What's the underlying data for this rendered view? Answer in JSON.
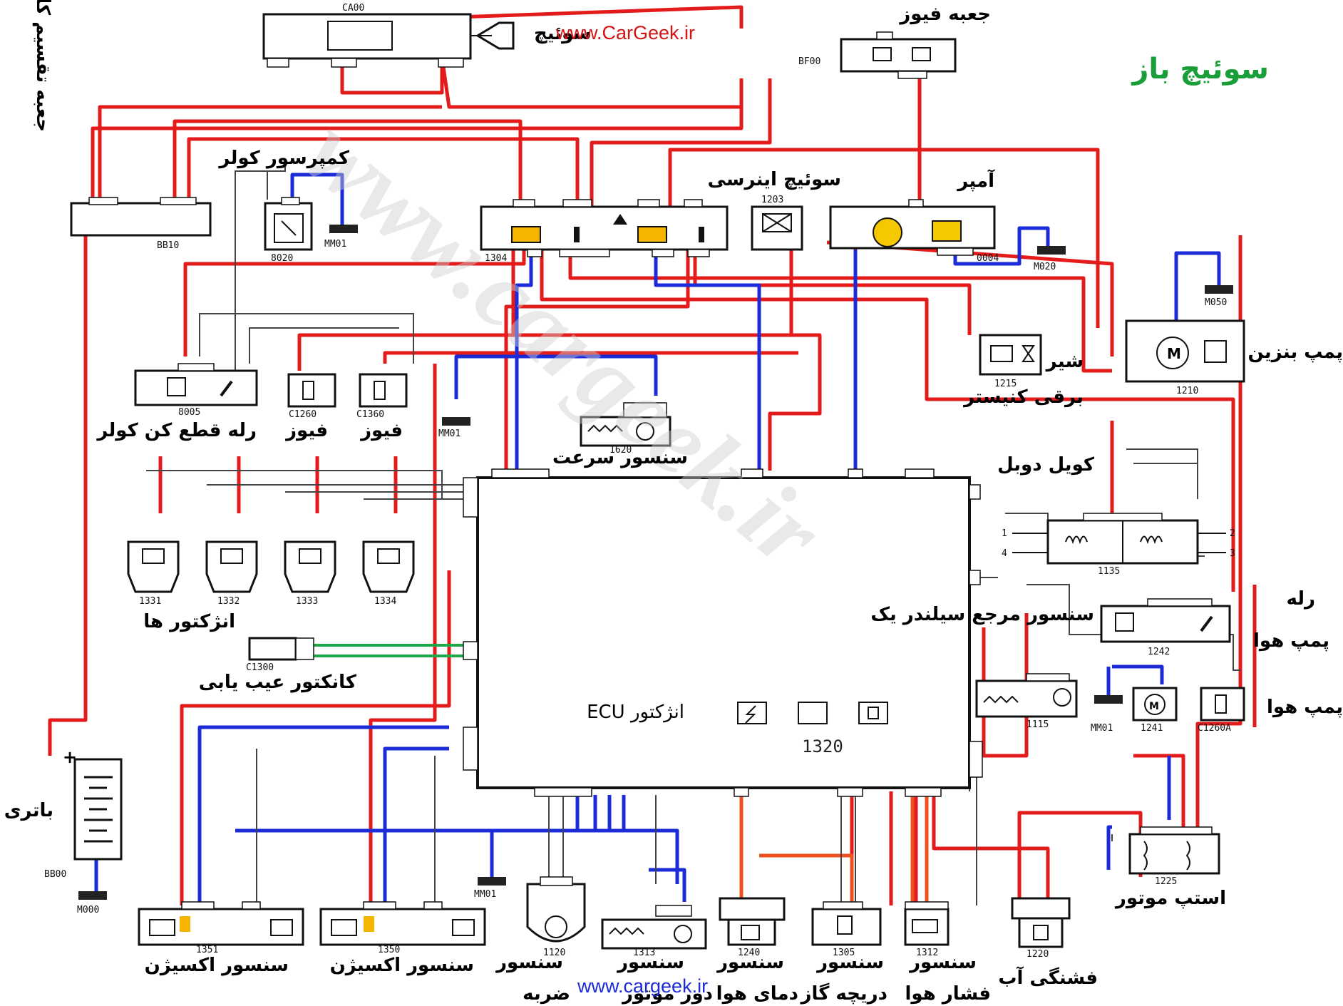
{
  "title": "سوئیچ باز",
  "watermark_diagonal": "www.cargeek.ir",
  "url_top": "www.CarGeek.ir",
  "url_bottom": "www.cargeek.ir",
  "colors": {
    "title": "#1a9e3a",
    "wire_power": "#e31b1b",
    "wire_ground": "#1c2bd8",
    "wire_signal": "#f0501e",
    "wire_diag": "#1fa84a",
    "url": "#1c2bd8"
  },
  "labels": {
    "ignition_switch": "سوئیچ",
    "fuse_box": "جعبه فیوز",
    "junction_box": "جعبه تقسیم کالسکه ای",
    "ac_compressor": "کمپرسور کولر",
    "inertia_switch": "سوئیچ اینرسی",
    "amp": "آمپر",
    "fuel_pump": "پمپ بنزین",
    "canister_valve_1": "شیر",
    "canister_valve_2": "برقی کنیستر",
    "ac_cutoff_relay": "رله قطع کن کولر",
    "fuse_1": "فیوز",
    "fuse_2": "فیوز",
    "speed_sensor": "سنسور سرعت",
    "double_coil": "کویل دوبل",
    "cyl1_ref_sensor": "سنسور مرجع سیلندر یک",
    "air_pump_relay_1": "رله",
    "air_pump_relay_2": "پمپ هوا",
    "air_pump": "پمپ هوا",
    "injectors": "انژکتور ها",
    "diag_connector": "کانکتور عیب یابی",
    "ecu": "انژکتور ECU",
    "battery": "باتری",
    "stepper_motor": "استپ موتور",
    "oxygen_sensor_1": "سنسور اکسیژن",
    "oxygen_sensor_2": "سنسور اکسیژن",
    "knock_sensor_1": "سنسور",
    "knock_sensor_2": "ضربه",
    "rpm_sensor_1": "سنسور",
    "rpm_sensor_2": "دور موتور",
    "air_temp_1": "سنسور",
    "air_temp_2": "دمای هوا",
    "throttle_1": "سنسور",
    "throttle_2": "دریچه گاز",
    "map_1": "سنسور",
    "map_2": "فشار هوا",
    "water_temp": "فشنگی آب"
  },
  "codes": {
    "ca00": "CA00",
    "bf00": "BF00",
    "bb10": "BB10",
    "c8020": "8020",
    "mm01a": "MM01",
    "c1203": "1203",
    "c1304": "1304",
    "c0004": "0004",
    "m020": "M020",
    "m050": "M050",
    "c1210": "1210",
    "c1215": "1215",
    "c8005": "8005",
    "c1260": "C1260",
    "c1360": "C1360",
    "mm01b": "MM01",
    "c1620": "1620",
    "c1135": "1135",
    "c1242": "1242",
    "c1115": "1115",
    "mm01c": "MM01",
    "c1241": "1241",
    "c1260a": "C1260A",
    "c1331": "1331",
    "c1332": "1332",
    "c1333": "1333",
    "c1334": "1334",
    "c1300": "C1300",
    "c1320": "1320",
    "bb00": "BB00",
    "m000": "M000",
    "c1225": "1225",
    "c1351": "1351",
    "c1350": "1350",
    "mm01d": "MM01",
    "c1120": "1120",
    "c1313": "1313",
    "c1240": "1240",
    "c1305": "1305",
    "c1312": "1312",
    "c1220": "1220",
    "coil_1": "1",
    "coil_4": "4",
    "coil_2": "2",
    "coil_3": "3"
  }
}
